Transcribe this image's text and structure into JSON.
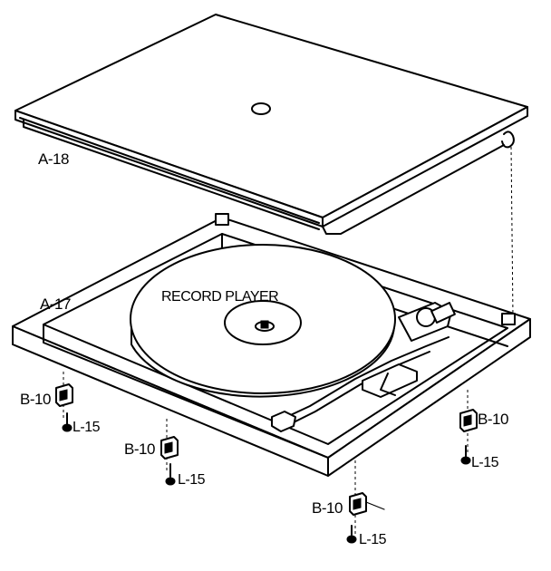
{
  "labels": {
    "lid": "A-18",
    "base": "A-17",
    "product": "RECORD PLAYER",
    "foot_left": "B-10",
    "foot_mid": "B-10",
    "foot_right": "B-10",
    "foot_bottom": "B-10",
    "screw_left": "L-15",
    "screw_mid": "L-15",
    "screw_right": "L-15",
    "screw_bottom": "L-15"
  },
  "colors": {
    "ink": "#000000",
    "paper": "#ffffff"
  }
}
